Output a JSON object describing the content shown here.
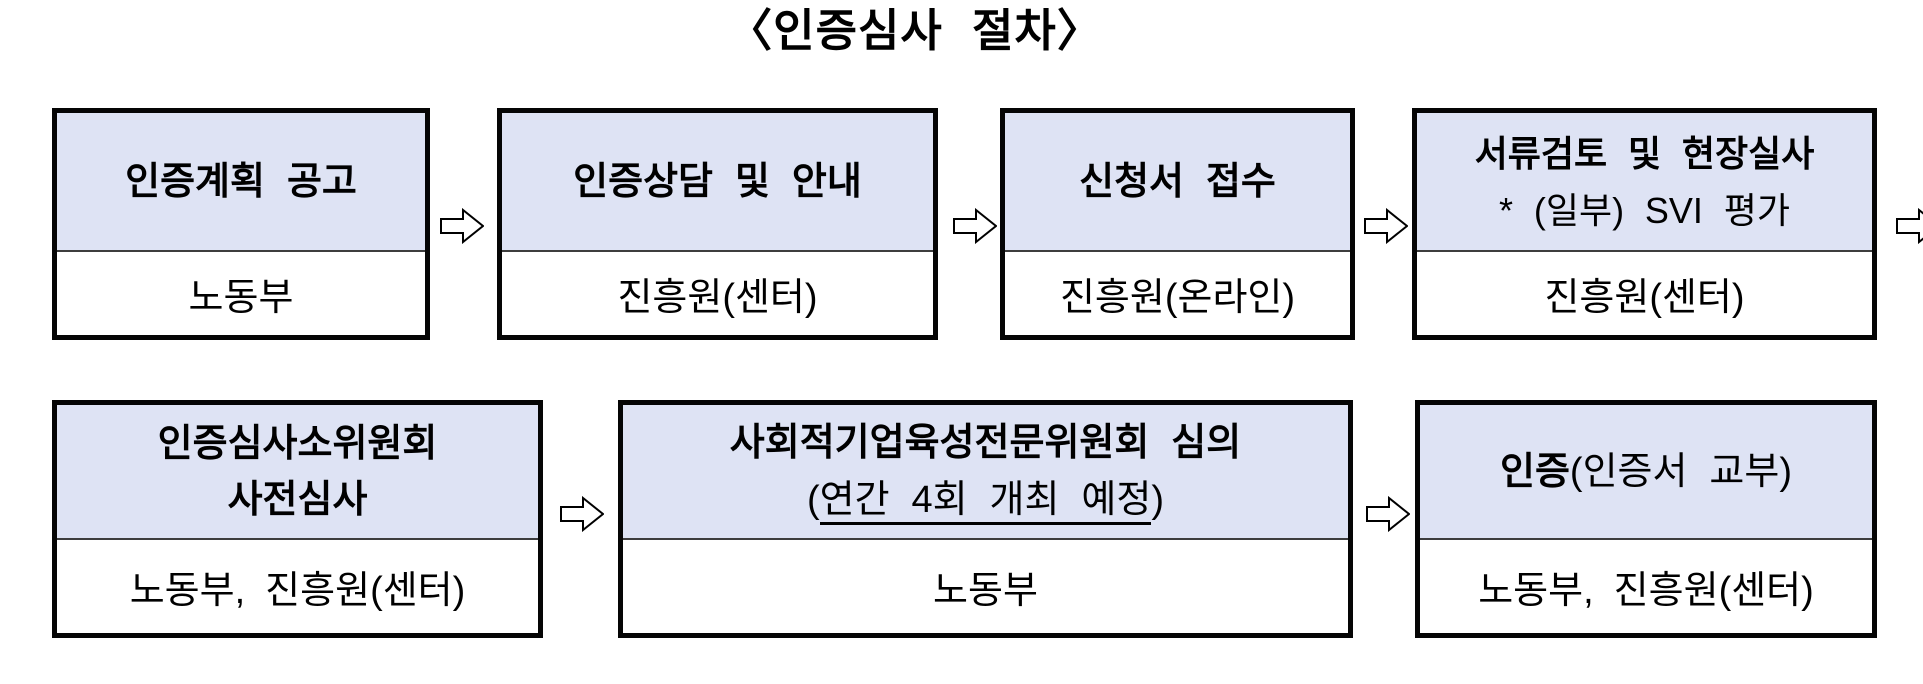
{
  "title": "〈인증심사 절차〉",
  "colors": {
    "header_bg": "#dee3f4",
    "box_border": "#050505",
    "divider": "#3d3d3d",
    "arrow_fill": "#ffffff",
    "arrow_stroke": "#000000"
  },
  "icons": {
    "flow_arrow": "right-block-arrow"
  },
  "flow": {
    "row1": {
      "box1": {
        "header": "인증계획 공고",
        "body": "노동부"
      },
      "box2": {
        "header": "인증상담 및 안내",
        "body": "진흥원(센터)"
      },
      "box3": {
        "header": "신청서 접수",
        "body": "진흥원(온라인)"
      },
      "box4": {
        "header_line1": "서류검토 및 현장실사",
        "header_line2": "* (일부) SVI 평가",
        "body": "진흥원(센터)"
      }
    },
    "row2": {
      "box5": {
        "header_line1": "인증심사소위원회",
        "header_line2": "사전심사",
        "body": "노동부, 진흥원(센터)"
      },
      "box6": {
        "header_line1": "사회적기업육성전문위원회 심의",
        "paren_open": "(",
        "header_line2_underlined": "연간 4회 개최 예정",
        "paren_close": ")",
        "body": "노동부"
      },
      "box7": {
        "header_bold": "인증",
        "header_regular": "(인증서 교부)",
        "body": "노동부, 진흥원(센터)"
      }
    }
  }
}
